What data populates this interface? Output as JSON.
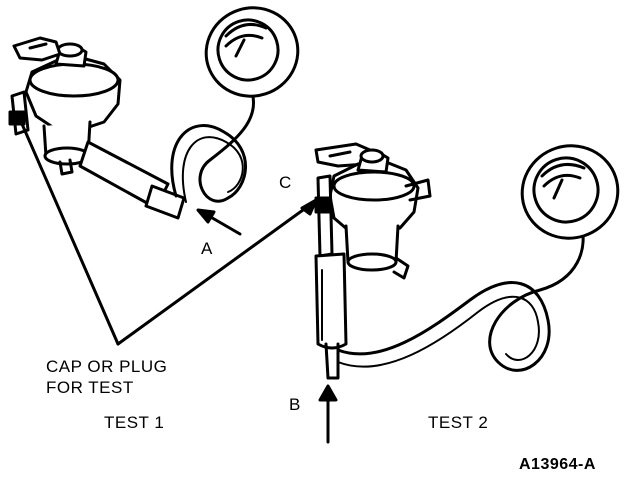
{
  "labels": {
    "a": "A",
    "b": "B",
    "c": "C",
    "cap_line1": "CAP OR PLUG",
    "cap_line2": "FOR TEST",
    "test1": "TEST 1",
    "test2": "TEST 2",
    "figure_id": "A13964-A"
  },
  "colors": {
    "ink": "#000000",
    "paper": "#ffffff"
  }
}
